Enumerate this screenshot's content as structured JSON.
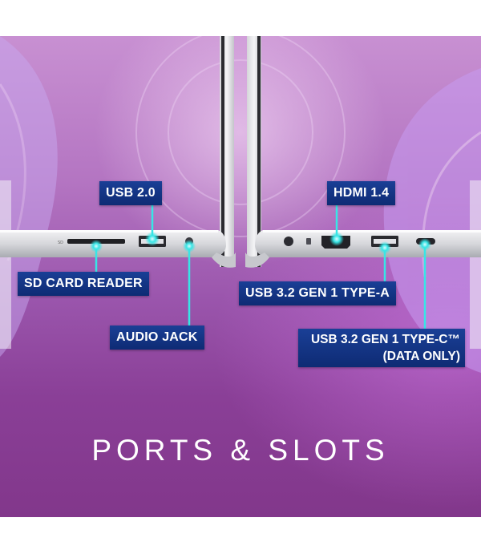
{
  "callouts": {
    "usb2": "USB 2.0",
    "sd_card": "SD CARD READER",
    "audio_jack": "AUDIO JACK",
    "hdmi": "HDMI 1.4",
    "usb32_a": "USB 3.2 GEN 1 TYPE-A",
    "usb32_c_line1": "USB 3.2 GEN 1 TYPE-C™",
    "usb32_c_line2": "(DATA ONLY)"
  },
  "title": "PORTS & SLOTS",
  "colors": {
    "callout_bg": "#143a8c",
    "glow": "#37e6e6",
    "chassis": "#d9dadd",
    "background": "#a45fb4"
  }
}
